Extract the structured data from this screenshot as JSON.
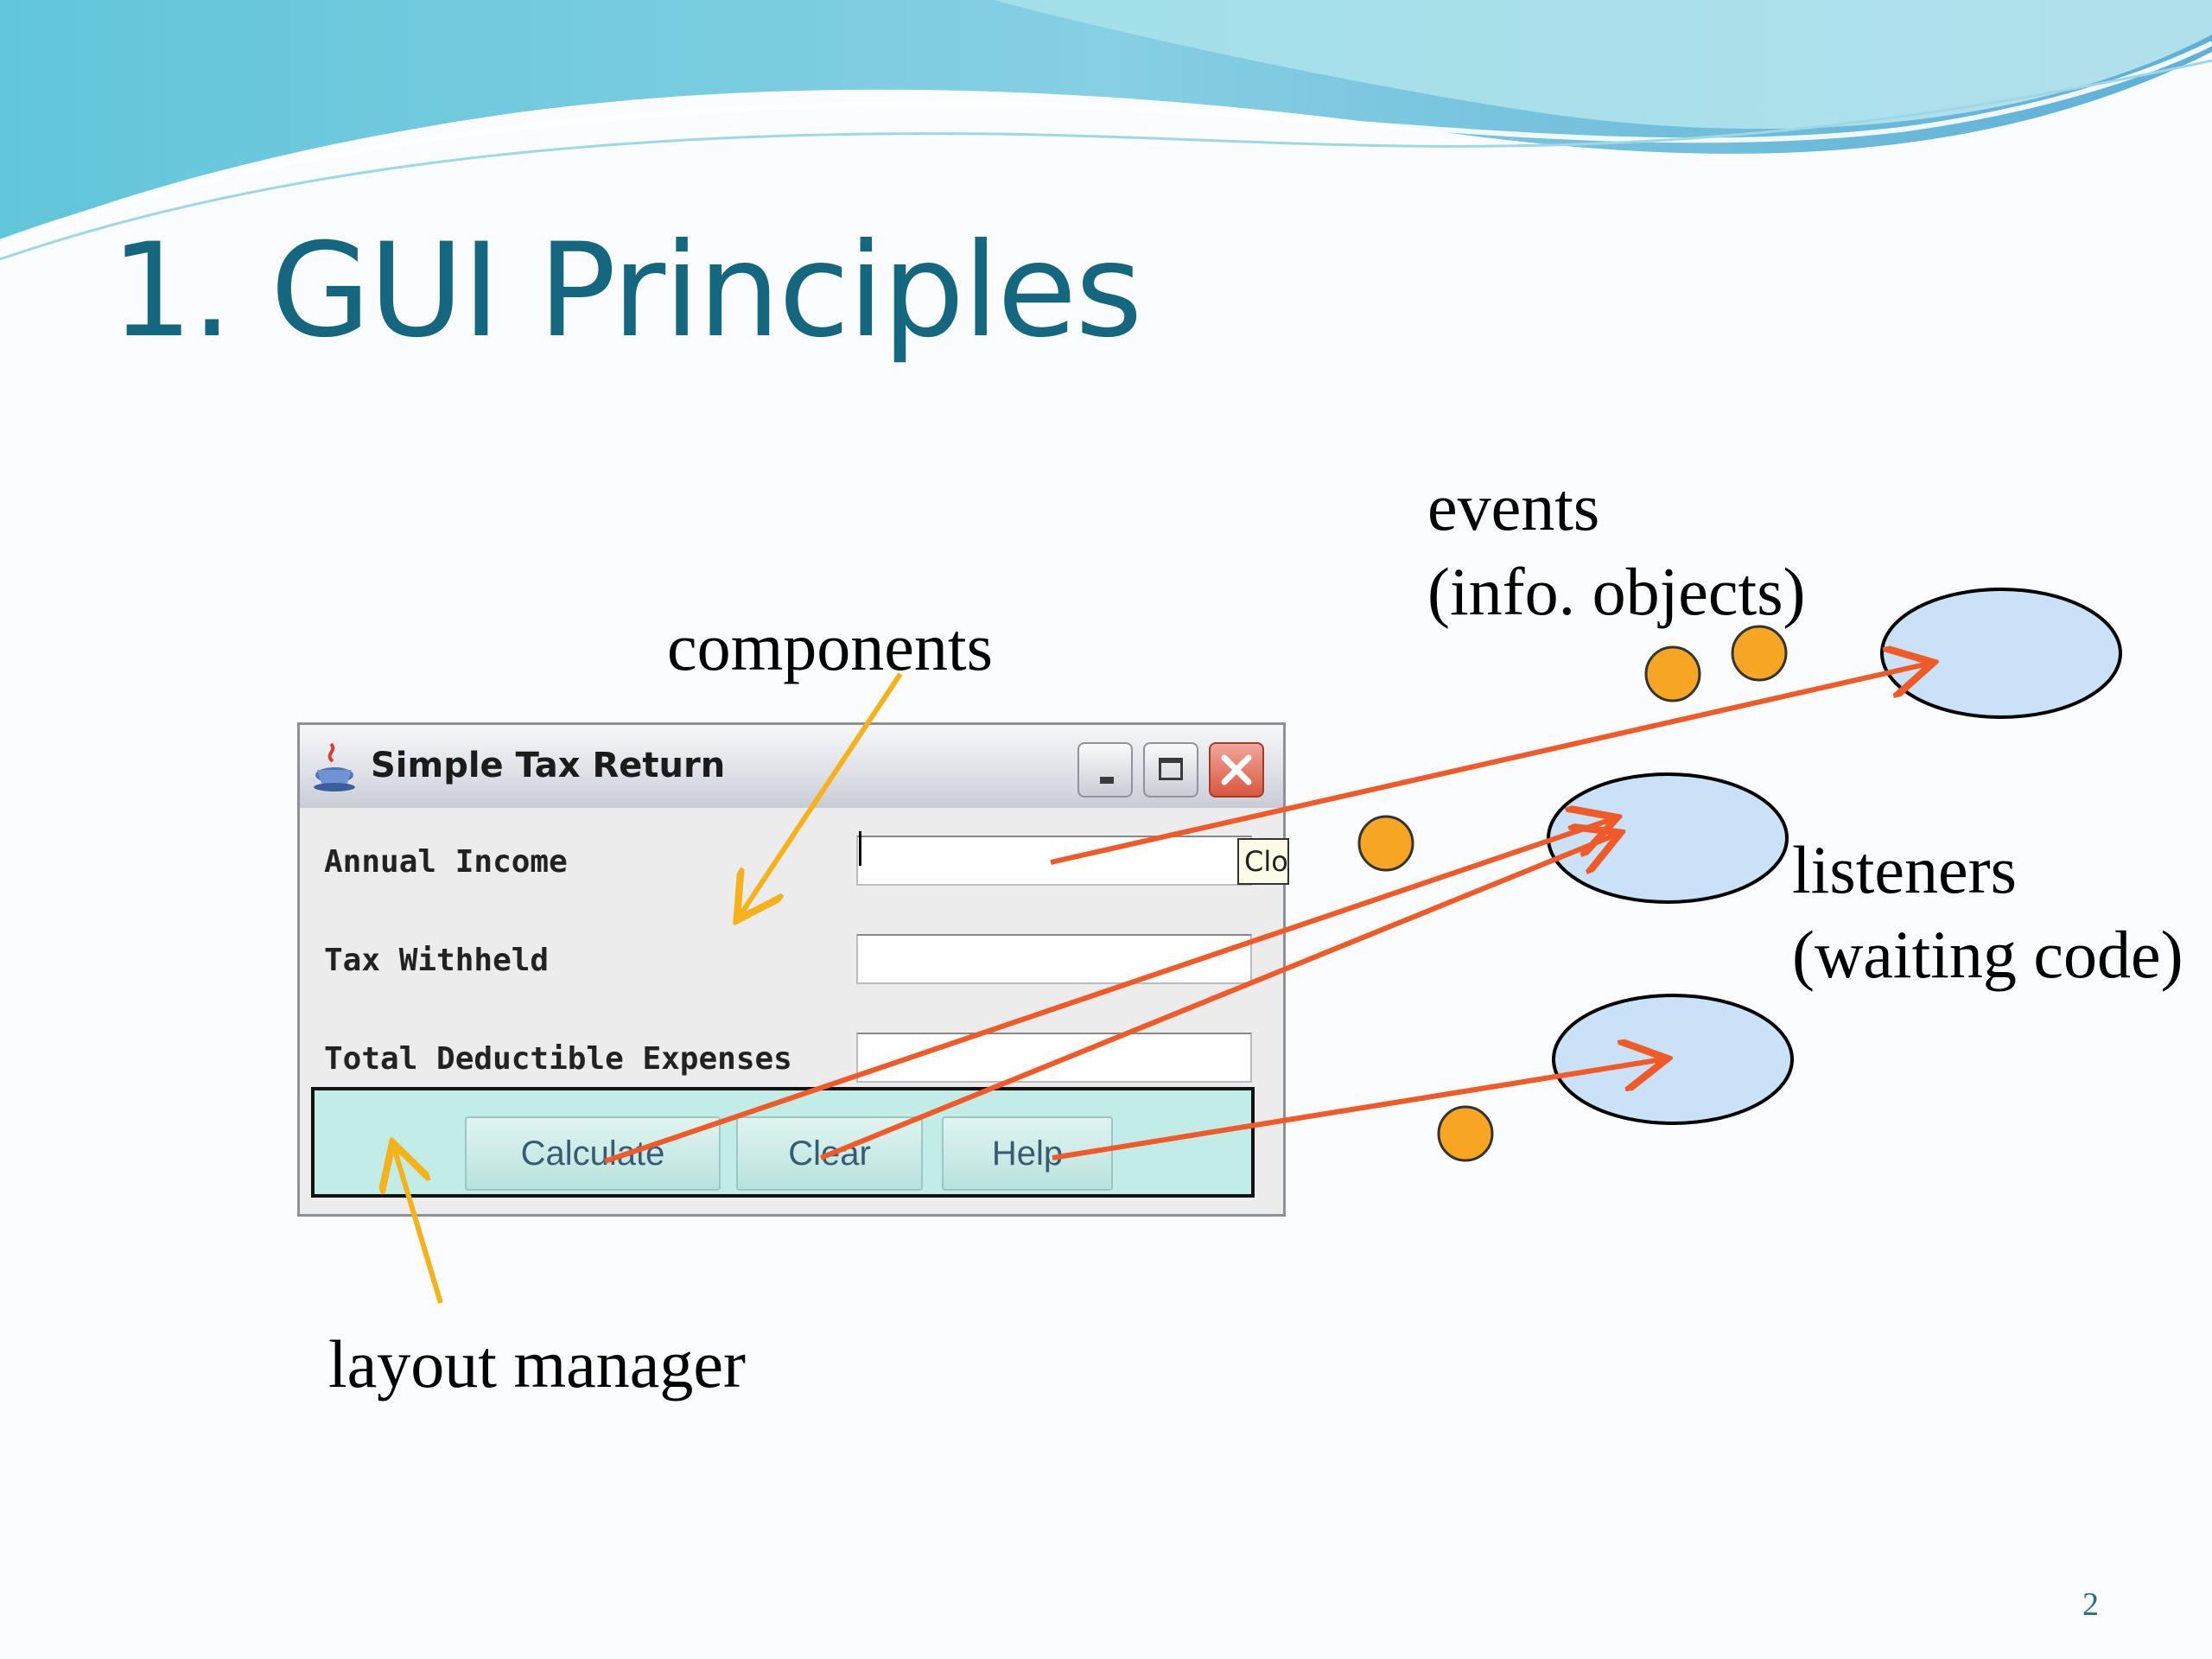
{
  "slide": {
    "title": "1. GUI Principles",
    "page_number": "2"
  },
  "labels": {
    "components": "components",
    "events_line1": "events",
    "events_line2": "(info. objects)",
    "listeners_line1": "listeners",
    "listeners_line2": "(waiting code)",
    "layout_manager": "layout manager"
  },
  "window": {
    "title": "Simple Tax Return",
    "fields": [
      {
        "label": "Annual Income",
        "value": ""
      },
      {
        "label": "Tax Withheld",
        "value": ""
      },
      {
        "label": "Total Deductible Expenses",
        "value": ""
      }
    ],
    "tooltip": "Clo",
    "buttons": {
      "calculate": "Calculate",
      "clear": "Clear",
      "help": "Help"
    }
  },
  "colors": {
    "title": "#14677f",
    "event_dot": "#f6a623",
    "listener_fill": "#c9e2f7",
    "event_arrow": "#f05a28",
    "annotation_arrow": "#f5b21b",
    "panel_fill": "#c2ede7"
  }
}
